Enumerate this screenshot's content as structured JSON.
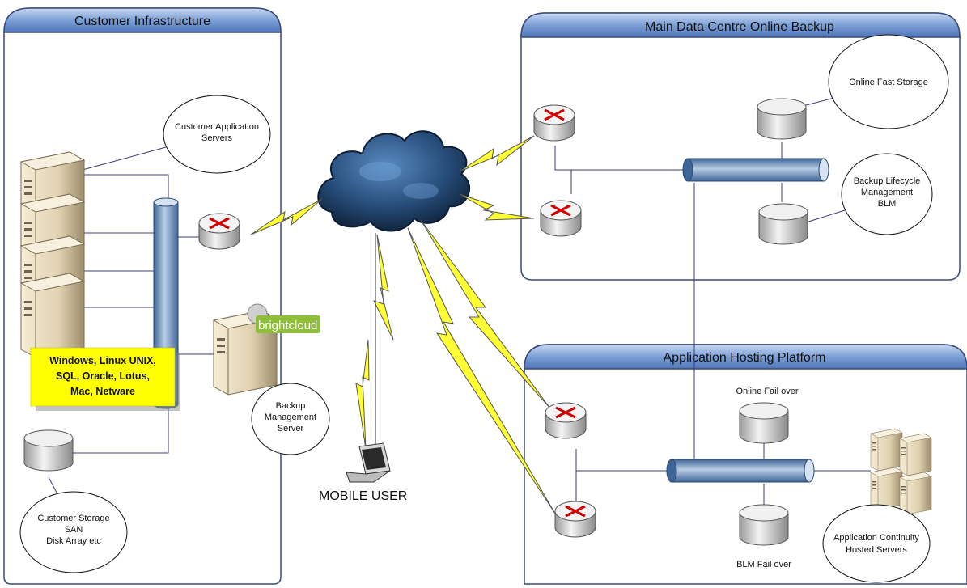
{
  "panels": {
    "customer_infrastructure": "Customer Infrastructure",
    "main_data_centre": "Main Data Centre Online Backup",
    "app_hosting": "Application Hosting Platform"
  },
  "labels": {
    "customer_app_servers": [
      "Customer Application",
      "Servers"
    ],
    "os_list": [
      "Windows, Linux UNIX,",
      "SQL, Oracle, Lotus,",
      "Mac, Netware"
    ],
    "brightcloud": "brightcloud",
    "backup_mgmt_server": [
      "Backup",
      "Management",
      "Server"
    ],
    "customer_storage": [
      "Customer Storage",
      "SAN",
      "Disk Array etc"
    ],
    "mobile_user": "MOBILE USER",
    "online_fast_storage": "Online Fast Storage",
    "blm": [
      "Backup Lifecycle",
      "Management",
      "BLM"
    ],
    "online_fail_over": "Online Fail over",
    "blm_fail_over": "BLM Fail over",
    "app_continuity": [
      "Application Continuity",
      "Hosted Servers"
    ]
  },
  "colors": {
    "panel_stroke": "#3a4a7a",
    "title_bar": "#7da0d6",
    "connector_line": "#3b3b7a",
    "pipe": "#5f86b8",
    "lightning": "#ffff33",
    "note_bg": "#ffff00",
    "router_arrow": "#d40000",
    "cloud": "#1d3a5e"
  }
}
